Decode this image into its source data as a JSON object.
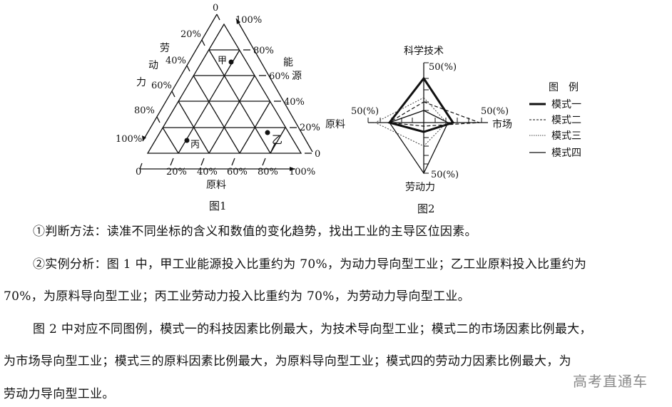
{
  "figure1": {
    "caption": "图1",
    "axes": {
      "labor": {
        "title_chars": [
          "劳",
          "动",
          "力"
        ],
        "ticks": [
          "0",
          "20%",
          "40%",
          "60%",
          "80%",
          "100%"
        ]
      },
      "energy": {
        "title_chars": [
          "能",
          "源"
        ],
        "ticks": [
          "100%",
          "80%",
          "60%",
          "40%",
          "20%",
          "0"
        ]
      },
      "material": {
        "title": "原料",
        "ticks": [
          "0",
          "20%",
          "40%",
          "60%",
          "80%",
          "100%"
        ]
      }
    },
    "points": [
      {
        "label": "甲",
        "energy": 70,
        "labor": 20,
        "material": 10
      },
      {
        "label": "乙",
        "energy": 10,
        "labor": 20,
        "material": 70
      },
      {
        "label": "丙",
        "energy": 10,
        "labor": 70,
        "material": 20
      }
    ]
  },
  "figure2": {
    "caption": "图2",
    "axes": {
      "top": {
        "title": "科学技术",
        "max": "50(%)"
      },
      "left": {
        "title": "原料",
        "max": "50(%)"
      },
      "right": {
        "title": "市场",
        "max": "50(%)"
      },
      "bottom": {
        "title": "劳动力",
        "max": "50(%)"
      }
    },
    "legend": {
      "title": "图　例",
      "items": [
        {
          "label": "模式一",
          "style": "thick-solid"
        },
        {
          "label": "模式二",
          "style": "dashed"
        },
        {
          "label": "模式三",
          "style": "dotted"
        },
        {
          "label": "模式四",
          "style": "thin-solid"
        }
      ]
    }
  },
  "chart_data": [
    {
      "type": "ternary",
      "title": "图1",
      "axes": [
        "劳动力",
        "能源",
        "原料"
      ],
      "ticks": [
        "0",
        "20%",
        "40%",
        "60%",
        "80%",
        "100%"
      ],
      "points": [
        {
          "name": "甲",
          "劳动力": 20,
          "能源": 70,
          "原料": 10
        },
        {
          "name": "乙",
          "劳动力": 20,
          "能源": 10,
          "原料": 70
        },
        {
          "name": "丙",
          "劳动力": 70,
          "能源": 10,
          "原料": 20
        }
      ]
    },
    {
      "type": "radar",
      "title": "图2",
      "categories": [
        "科学技术",
        "市场",
        "劳动力",
        "原料"
      ],
      "range": [
        0,
        50
      ],
      "unit": "%",
      "series": [
        {
          "name": "模式一",
          "values": [
            40,
            20,
            10,
            25
          ]
        },
        {
          "name": "模式二",
          "values": [
            15,
            45,
            5,
            15
          ]
        },
        {
          "name": "模式三",
          "values": [
            20,
            10,
            15,
            40
          ]
        },
        {
          "name": "模式四",
          "values": [
            10,
            15,
            50,
            25
          ]
        }
      ]
    }
  ],
  "text": {
    "p1": "①判断方法：读准不同坐标的含义和数值的变化趋势，找出工业的主导区位因素。",
    "p2_line1": "②实例分析：图 1 中，甲工业能源投入比重约为 70%，为动力导向型工业；乙工业原料投入比重约为",
    "p2_line2": "70%，为原料导向型工业；丙工业劳动力投入比重约为 70%，为劳动力导向型工业。",
    "p3_line1": "图 2 中对应不同图例，模式一的科技因素比例最大，为技术导向型工业；模式二的市场因素比例最大，",
    "p3_line2": "为市场导向型工业；模式三的原料因素比例最大，为原料导向型工业；模式四的劳动力因素比例最大，为",
    "p3_line3": "劳动力导向型工业。"
  },
  "watermark": "高考直通车"
}
